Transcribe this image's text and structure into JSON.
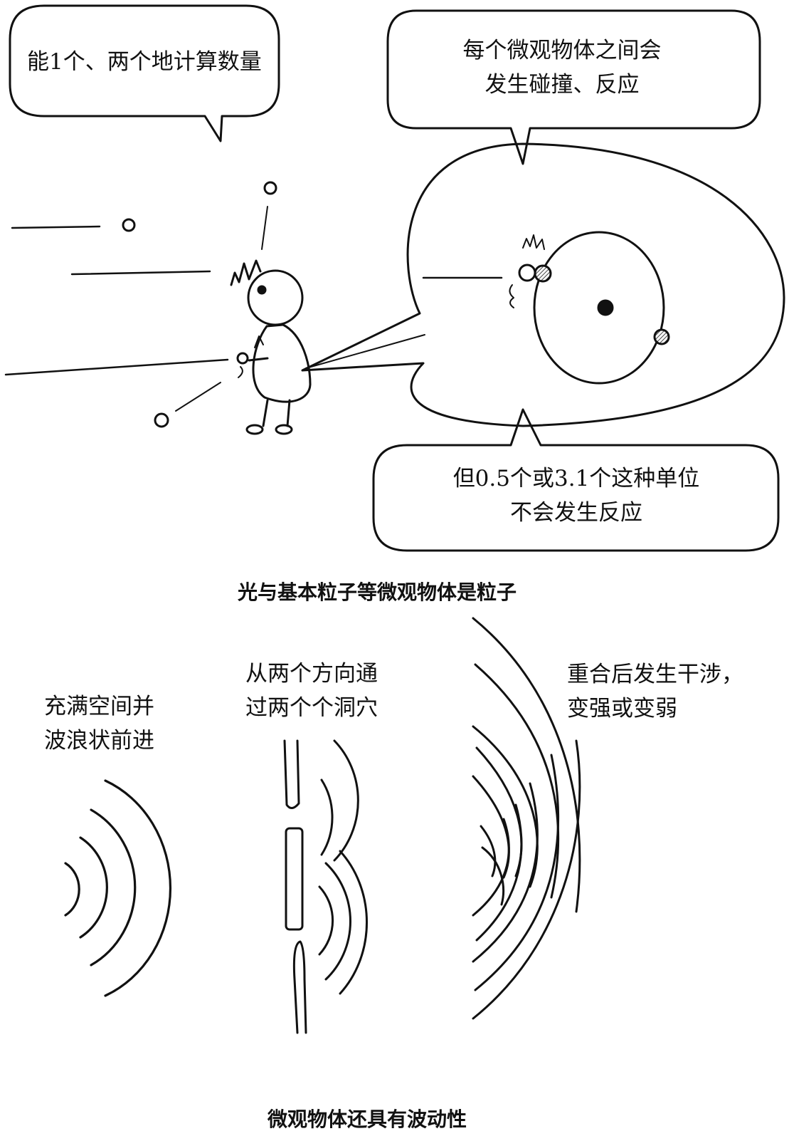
{
  "particle_section": {
    "bubble_count": {
      "line1": "能1个、两个地计算数量"
    },
    "bubble_collide": {
      "line1": "每个微观物体之间会",
      "line2": "发生碰撞、反应"
    },
    "bubble_fraction": {
      "line1": "但0.5个或3.1个这种单位",
      "line2": "不会发生反应"
    },
    "caption": "光与基本粒子等微观物体是粒子"
  },
  "wave_section": {
    "label_spread": {
      "line1": "充满空间并",
      "line2": "波浪状前进"
    },
    "label_slits": {
      "line1": "从两个方向通",
      "line2": "过两个个洞穴"
    },
    "label_interference": {
      "line1": "重合后发生干涉，",
      "line2": "变强或变弱"
    },
    "caption": "微观物体还具有波动性"
  },
  "colors": {
    "ink": "#111111",
    "paper": "#ffffff",
    "hatch": "#555555"
  }
}
